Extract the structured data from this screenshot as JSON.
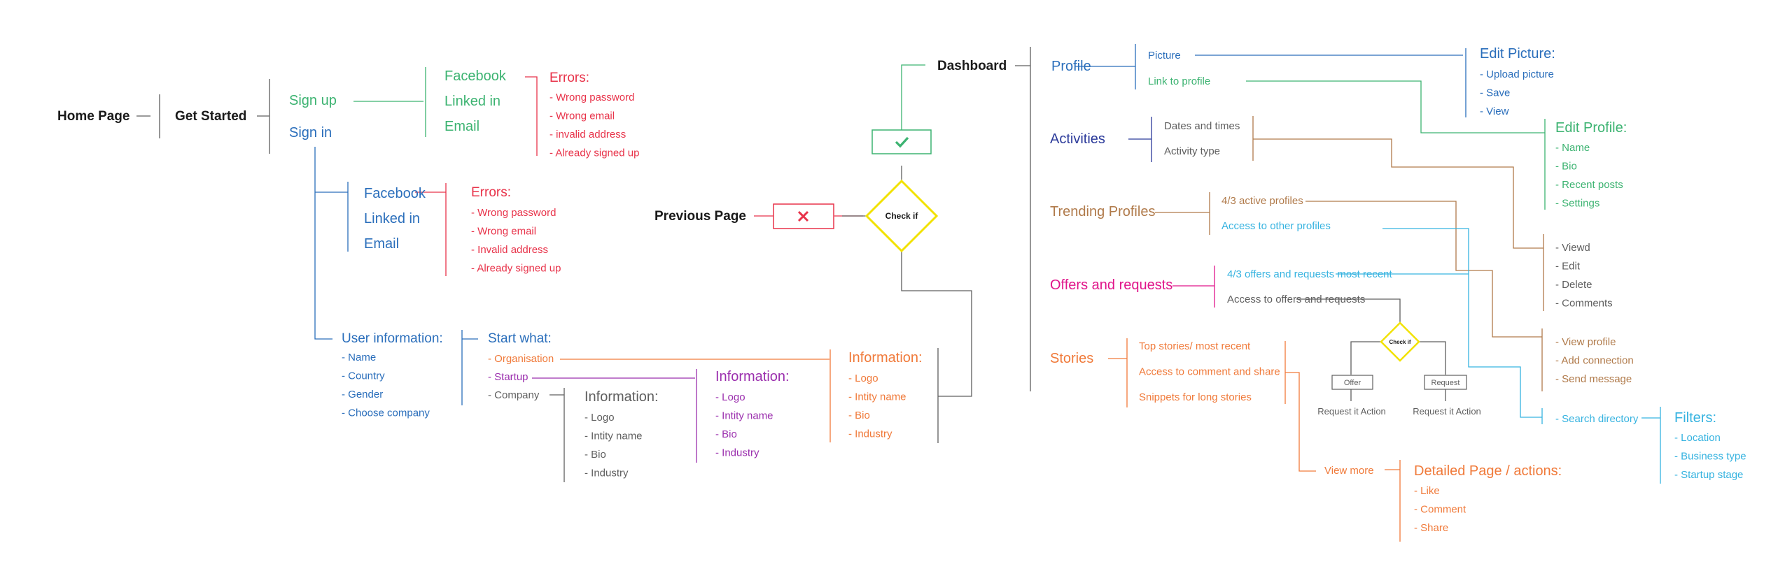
{
  "colors": {
    "black": "#1a1a1a",
    "gray": "#5f5f5f",
    "green": "#3cb371",
    "red": "#e8334a",
    "blue": "#2a6ebb",
    "navy": "#2b3a9a",
    "orange": "#f07a3a",
    "purple": "#9b2fae",
    "brown": "#b07a4a",
    "magenta": "#e0158a",
    "cyan": "#36b3e0",
    "yellow": "#f2e200"
  },
  "nodes": {
    "home": "Home Page",
    "get_started": "Get Started",
    "signup": "Sign up",
    "signin": "Sign in",
    "signup_options": [
      "Facebook",
      "Linked in",
      "Email"
    ],
    "signup_errors": {
      "title": "Errors:",
      "items": [
        "- Wrong password",
        "- Wrong email",
        "- invalid address",
        "- Already signed up"
      ]
    },
    "signin_options": [
      "Facebook",
      "Linked in",
      "Email"
    ],
    "signin_errors": {
      "title": "Errors:",
      "items": [
        "- Wrong password",
        "- Wrong email",
        "- Invalid address",
        "- Already signed up"
      ]
    },
    "user_info": {
      "title": "User information:",
      "items": [
        "- Name",
        "- Country",
        "- Gender",
        "- Choose company"
      ]
    },
    "start_what": {
      "title": "Start what:",
      "items": [
        "- Organisation",
        "- Startup",
        "- Company"
      ]
    },
    "company_info": {
      "title": "Information:",
      "items": [
        "- Logo",
        "- Intity name",
        "- Bio",
        "- Industry"
      ]
    },
    "startup_info": {
      "title": "Information:",
      "items": [
        "- Logo",
        "- Intity name",
        "- Bio",
        "- Industry"
      ]
    },
    "org_info": {
      "title": "Information:",
      "items": [
        "- Logo",
        "- Intity name",
        "- Bio",
        "- Industry"
      ]
    },
    "previous_page": "Previous Page",
    "check_if": "Check if",
    "dashboard": "Dashboard",
    "profile": {
      "title": "Profile",
      "items": [
        "Picture",
        "Link to profile"
      ]
    },
    "edit_picture": {
      "title": "Edit Picture:",
      "items": [
        "- Upload picture",
        "- Save",
        "- View"
      ]
    },
    "edit_profile": {
      "title": "Edit Profile:",
      "items": [
        "- Name",
        "- Bio",
        "- Recent posts",
        "- Settings"
      ]
    },
    "activities": {
      "title": "Activities",
      "items": [
        "Dates and times",
        "Activity type"
      ]
    },
    "post_actions": [
      "- Viewd",
      "- Edit",
      "- Delete",
      "- Comments"
    ],
    "trending": {
      "title": "Trending Profiles",
      "items": [
        "4/3 active profiles",
        "Access to other profiles"
      ]
    },
    "profile_actions": [
      "- View profile",
      "- Add connection",
      "- Send message"
    ],
    "offers": {
      "title": "Offers and requests",
      "items": [
        "4/3 offers and requests most recent",
        "Access to offers and requests"
      ]
    },
    "check_if_small": "Check if",
    "offer_box": "Offer",
    "request_box": "Request",
    "offer_action": "Request it Action",
    "request_action": "Request it Action",
    "search_directory": "- Search directory",
    "filters": {
      "title": "Filters:",
      "items": [
        "- Location",
        "- Business type",
        "- Startup stage"
      ]
    },
    "stories": {
      "title": "Stories",
      "items": [
        "Top stories/ most recent",
        "Access to comment and share",
        "Snippets for long stories"
      ]
    },
    "view_more": "View more",
    "detailed_page": {
      "title": "Detailed Page / actions:",
      "items": [
        "- Like",
        "- Comment",
        "- Share"
      ]
    }
  }
}
